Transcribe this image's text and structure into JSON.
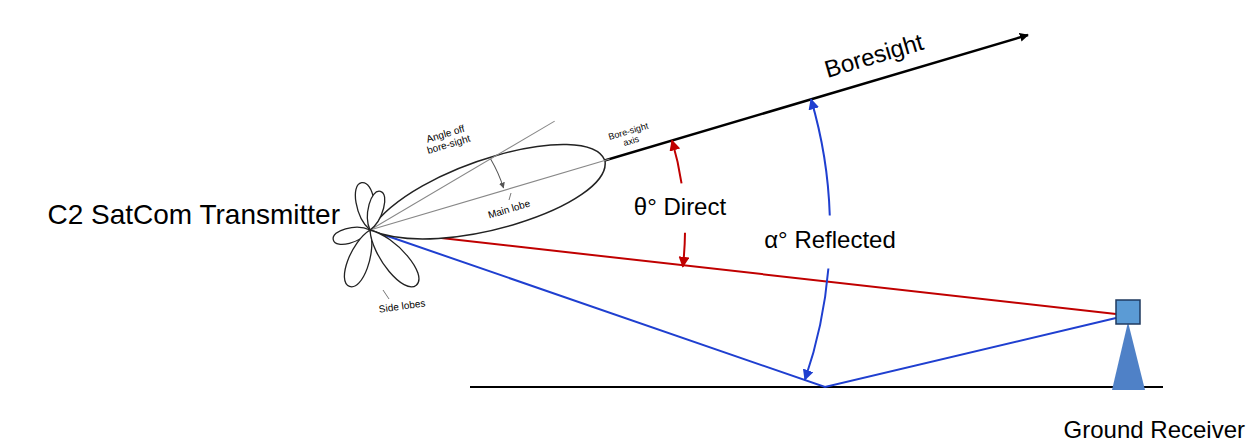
{
  "diagram": {
    "labels": [
      "Boresight",
      "Angle off bore-sight",
      "Bore-sight axis",
      "θ° Direct",
      "α° Reflected",
      "C2 SatCom Transmitter",
      "Main lobe",
      "Side lobes",
      "Ground Receiver"
    ]
  }
}
